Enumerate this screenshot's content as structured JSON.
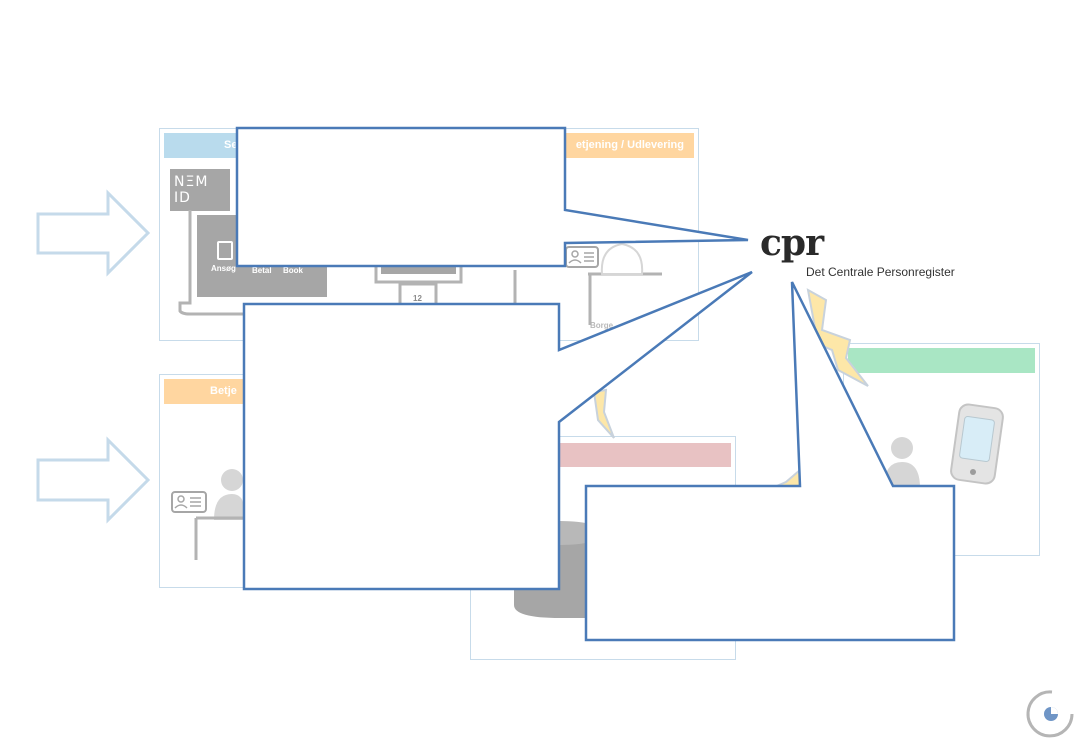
{
  "panels": {
    "self_service": {
      "header": "Se"
    },
    "service_desk": {
      "header": "etjening / Udlevering",
      "citizen_label": "Borge"
    },
    "service_left": {
      "header": "Betje"
    },
    "mobile": {
      "header": ""
    },
    "database": {
      "header": ""
    }
  },
  "nemid_label": "NΞM ID",
  "kiosk_actions": {
    "apply": "Ansøg",
    "pay": "Betal",
    "book": "Book"
  },
  "queue_number": "12",
  "cpr": {
    "logo": "cpr",
    "subtitle": "Det Centrale Personregister"
  },
  "colors": {
    "callout_border": "#4a7ab7",
    "panel_border": "#c7dbea",
    "arrow": "#c5daea",
    "lightning_fill": "#fde7a8",
    "lightning_stroke": "#c8d2dc",
    "header_blue": "#b9dbed",
    "header_orange": "#ffd6a0",
    "header_green": "#a9e6c4",
    "header_pink": "#e8c2c3"
  },
  "icons": [
    "arrow-right-icon",
    "clipboard-icon",
    "id-card-icon",
    "person-icon",
    "smartphone-icon",
    "database-icon",
    "lightning-icon",
    "spinner-icon"
  ]
}
